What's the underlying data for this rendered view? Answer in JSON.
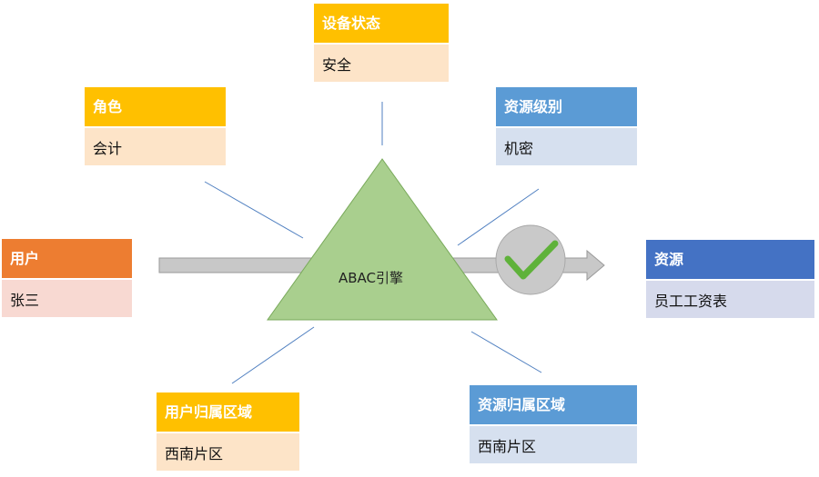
{
  "engine": {
    "label": "ABAC引擎",
    "color": "#a9cf8e",
    "edge": "#78a95a"
  },
  "check": {
    "icon": "checkmark-icon",
    "circle": "#c9c9c9",
    "mark": "#5fb23a"
  },
  "arrow": {
    "fill": "#c8c8c8",
    "edge": "#9a9a9a"
  },
  "line_color": "#4f7fc0",
  "cards": {
    "device": {
      "title": "设备状态",
      "value": "安全",
      "header_color": "#ffc000",
      "value_color": "#fde4c8"
    },
    "role": {
      "title": "角色",
      "value": "会计",
      "header_color": "#ffc000",
      "value_color": "#fde4c8"
    },
    "level": {
      "title": "资源级别",
      "value": "机密",
      "header_color": "#5b9bd5",
      "value_color": "#d6e0ef"
    },
    "user": {
      "title": "用户",
      "value": "张三",
      "header_color": "#ed7d31",
      "value_color": "#f8d9d2"
    },
    "resource": {
      "title": "资源",
      "value": "员工工资表",
      "header_color": "#4472c4",
      "value_color": "#d6daec"
    },
    "user_region": {
      "title": "用户归属区域",
      "value": "西南片区",
      "header_color": "#ffc000",
      "value_color": "#fde4c8"
    },
    "res_region": {
      "title": "资源归属区域",
      "value": "西南片区",
      "header_color": "#5b9bd5",
      "value_color": "#d6e0ef"
    }
  }
}
